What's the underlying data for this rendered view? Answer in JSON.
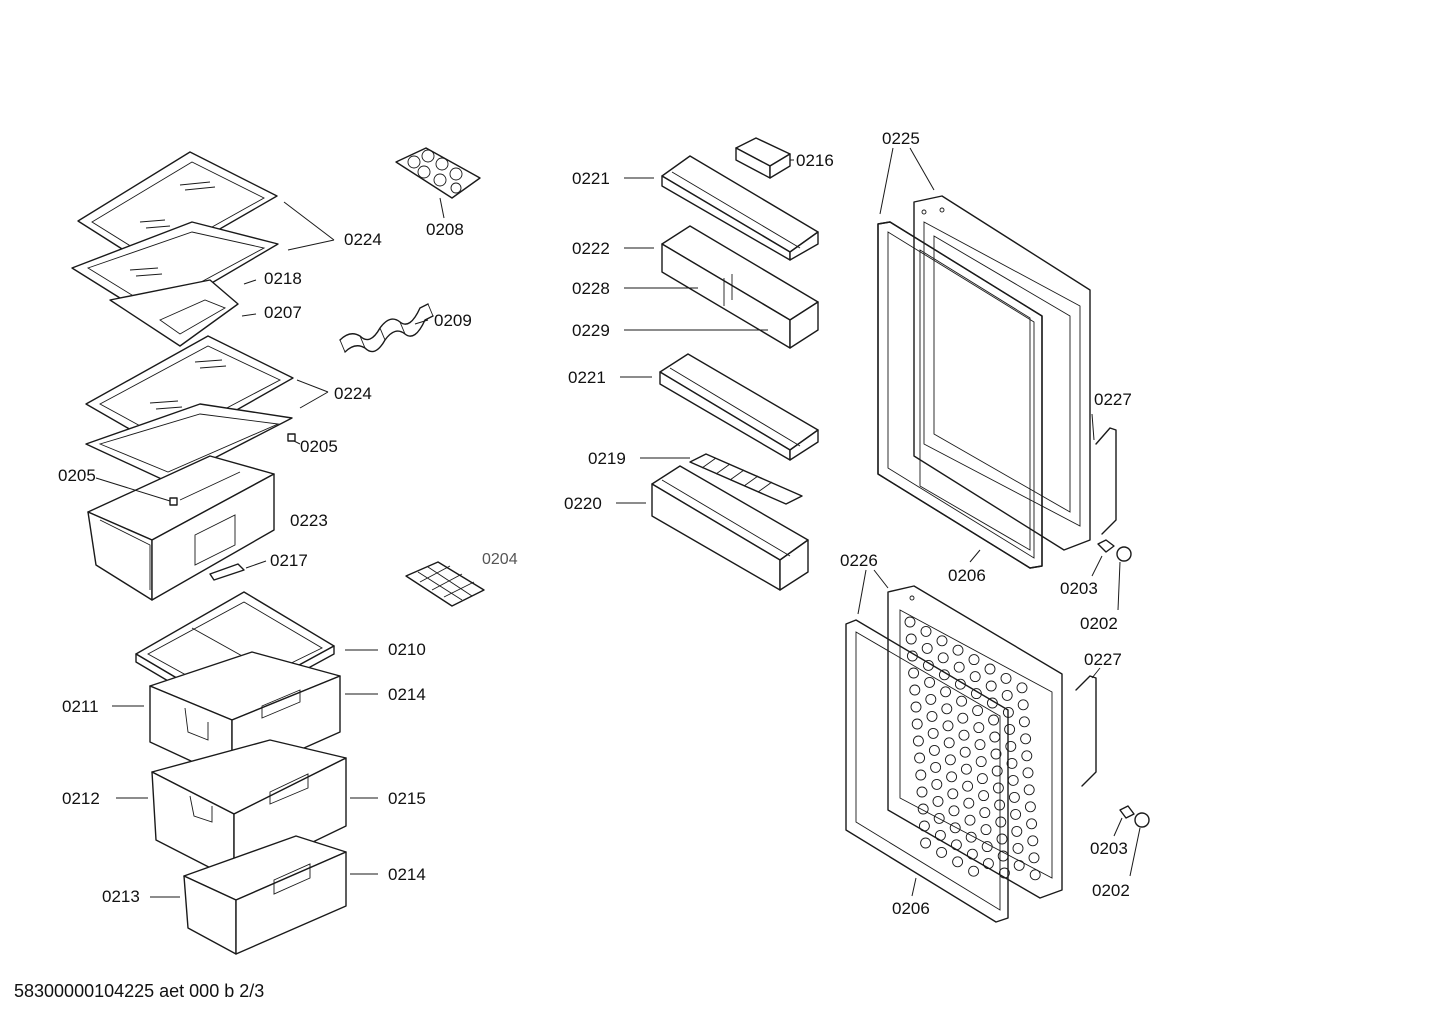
{
  "labels": {
    "l0224a": "0224",
    "l0218": "0218",
    "l0207": "0207",
    "l0208": "0208",
    "l0209": "0209",
    "l0224b": "0224",
    "l0205a": "0205",
    "l0205b": "0205",
    "l0223": "0223",
    "l0217": "0217",
    "l0204": "0204",
    "l0210": "0210",
    "l0211": "0211",
    "l0214a": "0214",
    "l0212": "0212",
    "l0215": "0215",
    "l0213": "0213",
    "l0214b": "0214",
    "l0221a": "0221",
    "l0216": "0216",
    "l0222": "0222",
    "l0228": "0228",
    "l0229": "0229",
    "l0221b": "0221",
    "l0219": "0219",
    "l0220": "0220",
    "l0225": "0225",
    "l0227a": "0227",
    "l0206a": "0206",
    "l0203a": "0203",
    "l0202a": "0202",
    "l0226": "0226",
    "l0227b": "0227",
    "l0203b": "0203",
    "l0202b": "0202",
    "l0206b": "0206"
  },
  "footer": "58300000104225 aet 000 b 2/3"
}
